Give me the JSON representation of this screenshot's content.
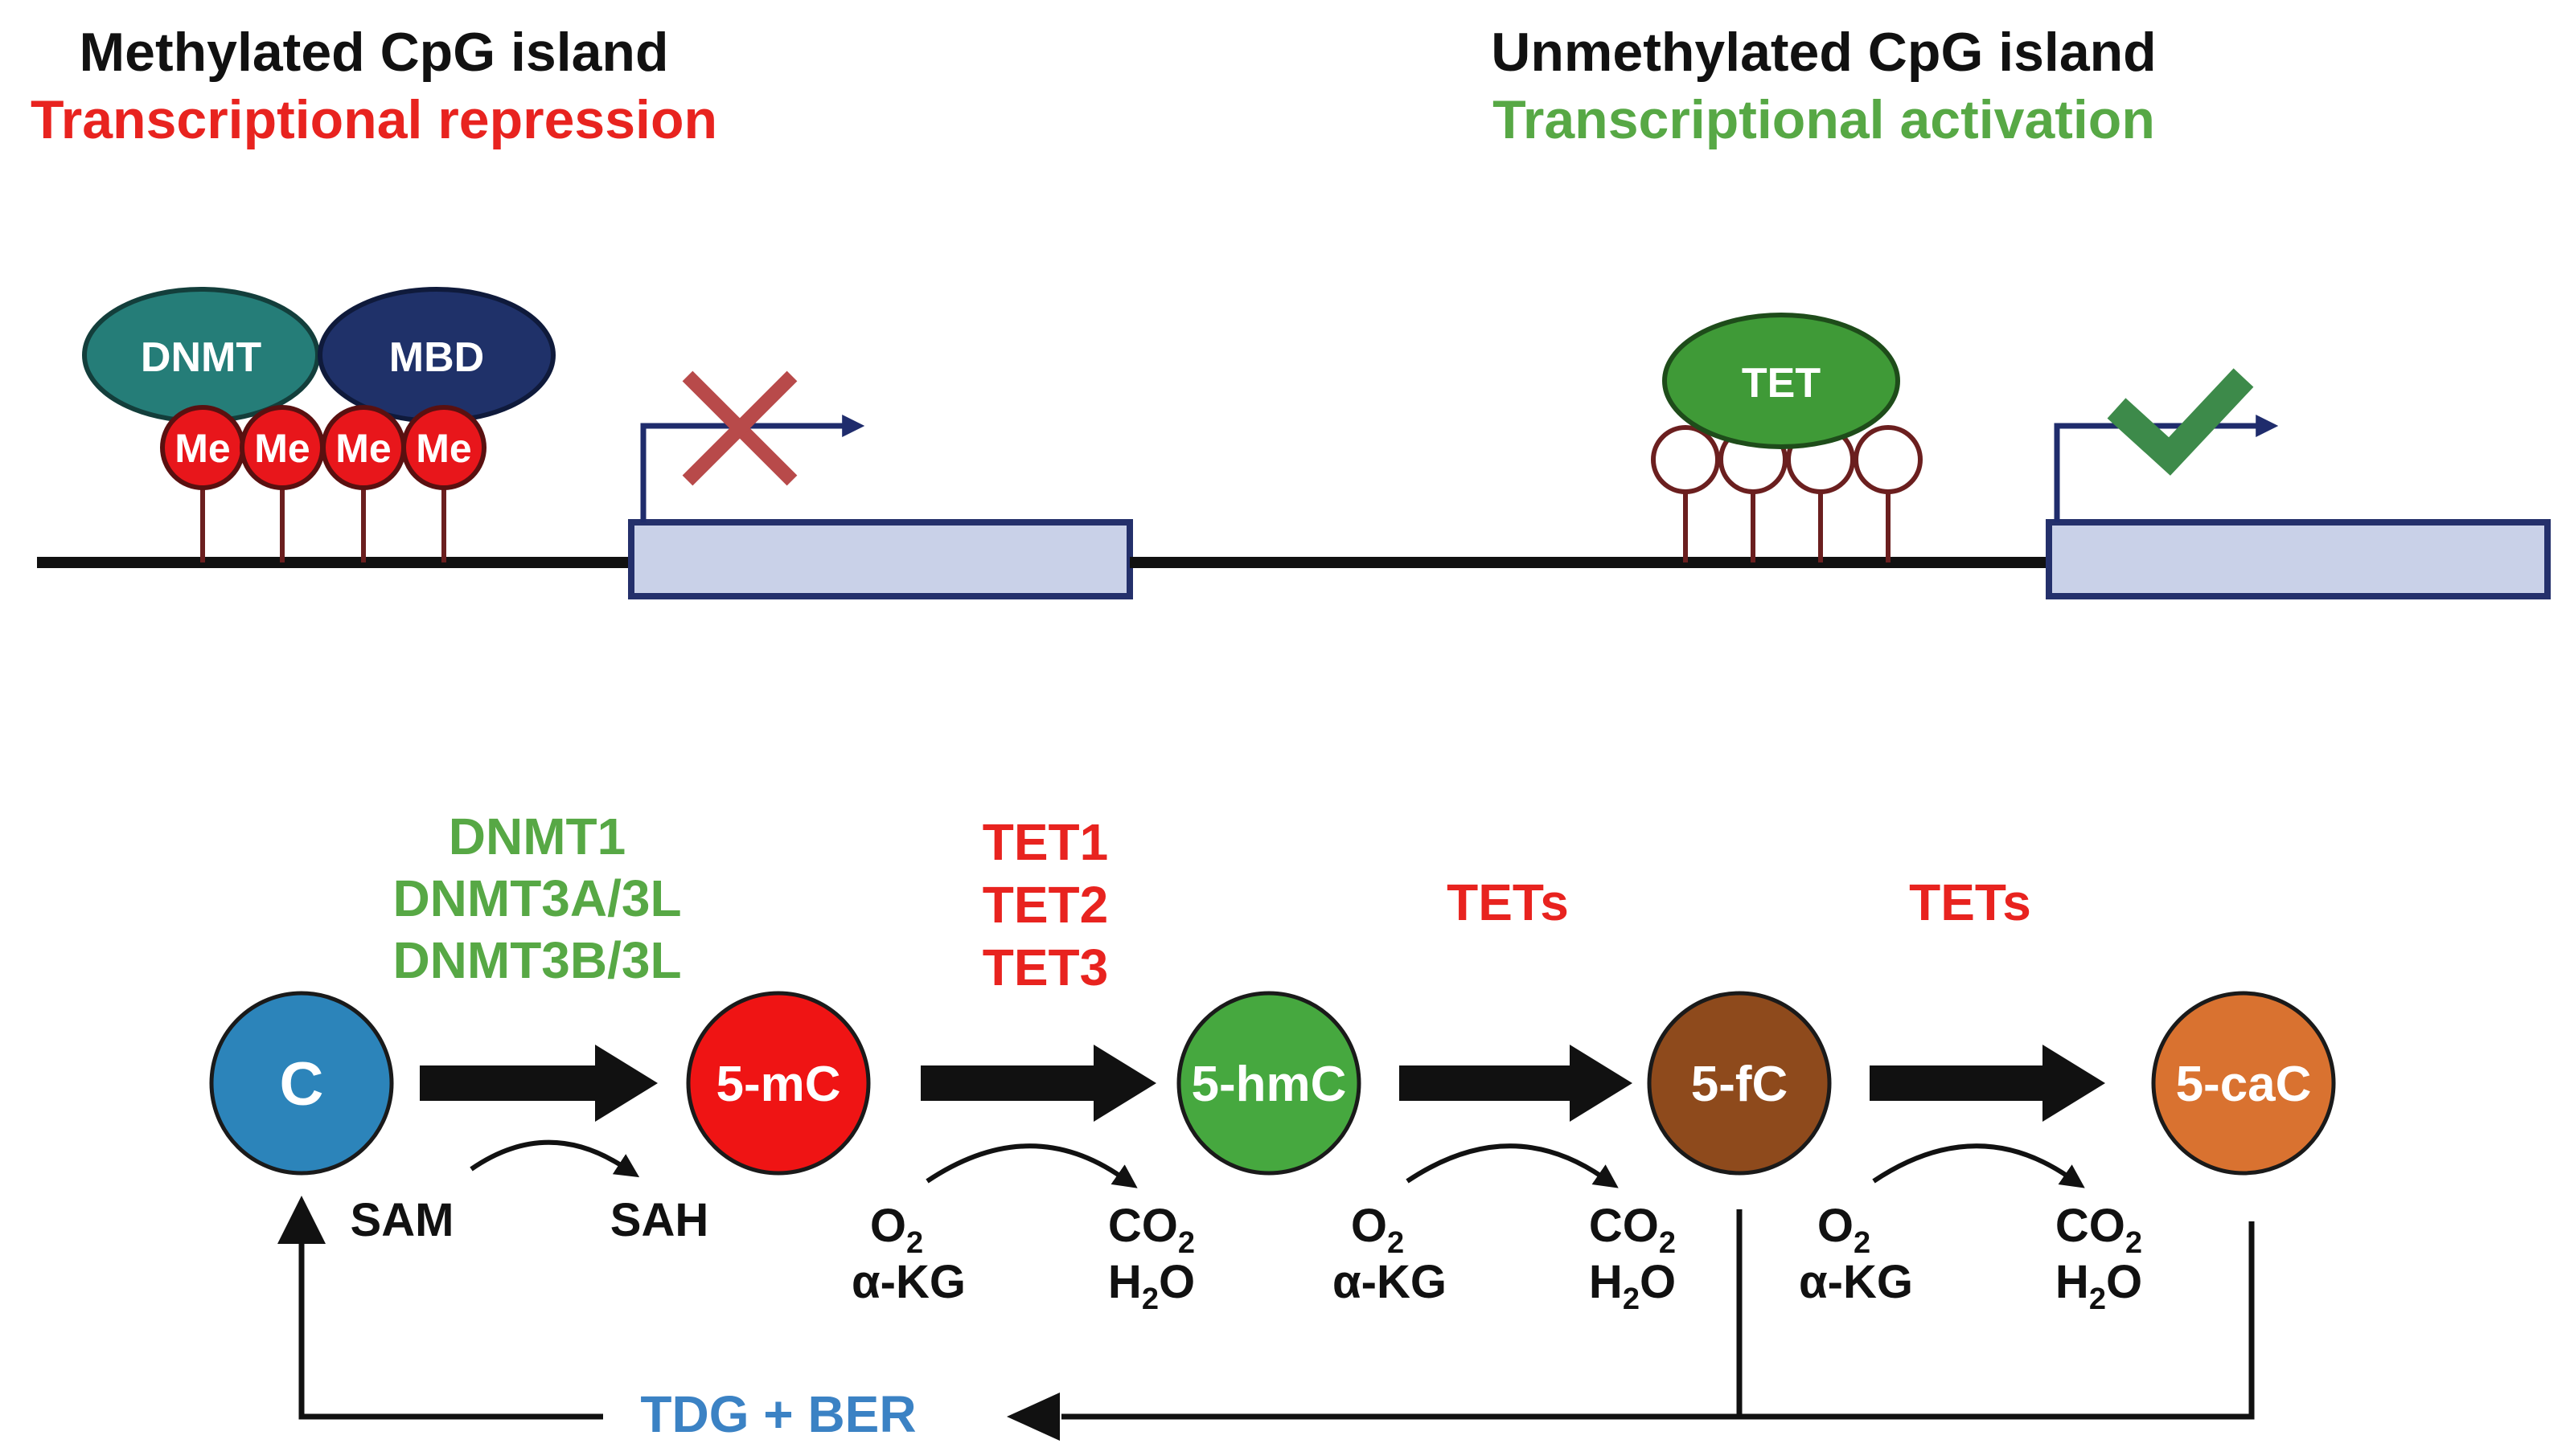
{
  "colors": {
    "black": "#111111",
    "red": "#e8231f",
    "green": "#57a845",
    "blue": "#3b82c4",
    "dnmt_fill": "#257d78",
    "mbd_fill": "#1f3169",
    "tet_fill": "#3f9a37",
    "me_fill": "#e8161b",
    "lollipop_stroke": "#6b1f1f",
    "gene_fill": "#c9d1e8",
    "gene_stroke": "#24306b",
    "arrow_navy": "#1f2c6c",
    "cross": "#b84a4a",
    "check": "#3d8a4a",
    "c_fill": "#2c84ba",
    "mc_fill": "#ef1414",
    "hmc_fill": "#46a83f",
    "fc_fill": "#8e4a1c",
    "cac_fill": "#d97230"
  },
  "top_left": {
    "title": "Methylated CpG island",
    "subtitle": "Transcriptional repression",
    "dnmt_label": "DNMT",
    "mbd_label": "MBD",
    "me_labels": [
      "Me",
      "Me",
      "Me",
      "Me"
    ],
    "status_icon": "cross-icon"
  },
  "top_right": {
    "title": "Unmethylated CpG island",
    "subtitle": "Transcriptional activation",
    "tet_label": "TET",
    "status_icon": "check-icon"
  },
  "pathway": {
    "nodes": [
      "C",
      "5-mC",
      "5-hmC",
      "5-fC",
      "5-caC"
    ],
    "enzymes": {
      "dnmt": [
        "DNMT1",
        "DNMT3A/3L",
        "DNMT3B/3L"
      ],
      "tet": [
        "TET1",
        "TET2",
        "TET3"
      ],
      "tets_1": "TETs",
      "tets_2": "TETs"
    },
    "step1": {
      "substrate": "SAM",
      "product": "SAH"
    },
    "step2": {
      "substrate_1": "O",
      "substrate_1_sub": "2",
      "substrate_2": "α-KG",
      "product_1": "CO",
      "product_1_sub": "2",
      "product_2a": "H",
      "product_2_sub": "2",
      "product_2b": "O"
    },
    "step3": {
      "substrate_1": "O",
      "substrate_1_sub": "2",
      "substrate_2": "α-KG",
      "product_1": "CO",
      "product_1_sub": "2",
      "product_2a": "H",
      "product_2_sub": "2",
      "product_2b": "O"
    },
    "step4": {
      "substrate_1": "O",
      "substrate_1_sub": "2",
      "substrate_2": "α-KG",
      "product_1": "CO",
      "product_1_sub": "2",
      "product_2a": "H",
      "product_2_sub": "2",
      "product_2b": "O"
    },
    "return_label": "TDG + BER"
  }
}
